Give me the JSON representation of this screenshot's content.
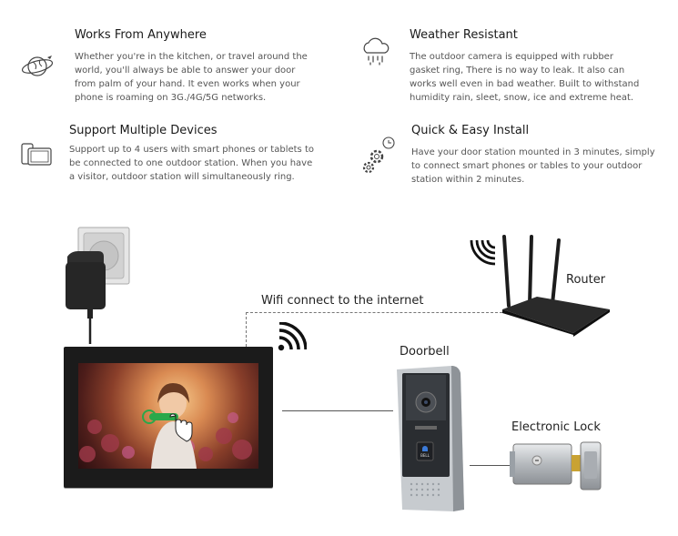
{
  "features": {
    "anywhere": {
      "title": "Works From Anywhere",
      "lines": [
        "Whether you're in the kitchen, or travel around the",
        "world, you'll always be able to answer your door",
        "from palm of your hand. It even works when your",
        "phone is roaming on 3G./4G/5G networks."
      ]
    },
    "weather": {
      "title": "Weather Resistant",
      "lines": [
        "The outdoor camera is equipped with rubber",
        "gasket ring, There is no way to leak. It also can",
        "works well even in bad weather. Built to withstand",
        "humidity rain, sleet, snow, ice and extreme heat."
      ]
    },
    "devices": {
      "title": "Support Multiple Devices",
      "lines": [
        "Support up to 4 users with smart phones or tablets to",
        "be connected to one outdoor station. When you have",
        "a visitor, outdoor station will simultaneously ring."
      ]
    },
    "install": {
      "title": "Quick & Easy Install",
      "lines": [
        "Have your door station mounted in 3 minutes, simply",
        "to connect smart phones or tables to your outdoor",
        "station within 2 minutes."
      ]
    }
  },
  "icons": {
    "anywhere": "globe-plane-icon",
    "weather": "rain-cloud-icon",
    "devices": "phone-tablet-icon",
    "install": "gears-clock-icon"
  },
  "diagram": {
    "wifi_label": "Wifi connect to the internet",
    "router_label": "Router",
    "doorbell_label": "Doorbell",
    "lock_label": "Electronic Lock",
    "doorbell_button_text": "BELL"
  },
  "colors": {
    "text_dark": "#1a1a1a",
    "text_body": "#555555",
    "monitor_frame": "#1b1b1b",
    "panel_silver": "#b8bcc0",
    "panel_dark": "#2a2d31",
    "call_icon_green": "#2aa84a",
    "bell_blue": "#3c7bd9"
  }
}
